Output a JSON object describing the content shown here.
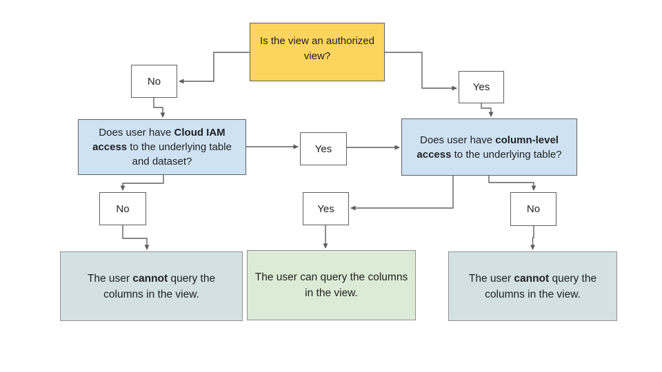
{
  "title": "Authorized view column access flowchart",
  "colors": {
    "yellow": "#FDD45E",
    "blue": "#CFE2F3",
    "green": "#DCEBD5",
    "cyan": "#D3E1E4",
    "line": "#5E5E60",
    "border_dark": "#5E5E60",
    "border_light": "#8F8F8F"
  },
  "nodes": {
    "q_authorized": {
      "text": "Is the view an authorized view?"
    },
    "no_top": {
      "label": "No"
    },
    "yes_top": {
      "label": "Yes"
    },
    "q_iam": {
      "text_pre": "Does user have ",
      "text_bold": "Cloud IAM access",
      "text_post": " to the underlying table and dataset?"
    },
    "yes_mid": {
      "label": "Yes"
    },
    "q_column": {
      "text_pre": "Does user have ",
      "text_bold": "column-level access",
      "text_post": " to the underlying table?"
    },
    "no_left": {
      "label": "No"
    },
    "yes_bottom": {
      "label": "Yes"
    },
    "no_right": {
      "label": "No"
    },
    "result_cannot_left": {
      "text_pre": "The user ",
      "text_bold": "cannot",
      "text_post": " query the columns in the view."
    },
    "result_can": {
      "text": "The user can query the columns in the view."
    },
    "result_cannot_right": {
      "text_pre": "The user ",
      "text_bold": "cannot",
      "text_post": " query the columns in the view."
    }
  }
}
